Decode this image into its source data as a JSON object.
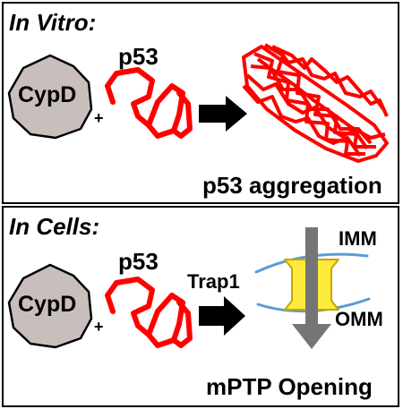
{
  "panels": {
    "in_vitro": {
      "heading": "In Vitro:",
      "cypd_label": "CypD",
      "plus": "+",
      "p53_label": "p53",
      "result_label": "p53 aggregation"
    },
    "in_cells": {
      "heading": "In Cells:",
      "cypd_label": "CypD",
      "plus": "+",
      "p53_label": "p53",
      "arrow_label": "Trap1",
      "imm_label": "IMM",
      "omm_label": "OMM",
      "result_label": "mPTP Opening"
    }
  },
  "colors": {
    "cypd_fill": "#c8bfbc",
    "p53_stroke": "#ff0000",
    "membrane": "#5b9bd5",
    "pore_fill": "#ffeb3b",
    "pore_stroke": "#c9a400",
    "flux_arrow": "#757575",
    "outline": "#000000"
  },
  "icons": [
    "cypd-blob",
    "p53-ribbon",
    "reaction-arrow-icon",
    "p53-aggregate",
    "membrane-lines",
    "mptp-pore-icon",
    "flux-arrow-icon"
  ]
}
